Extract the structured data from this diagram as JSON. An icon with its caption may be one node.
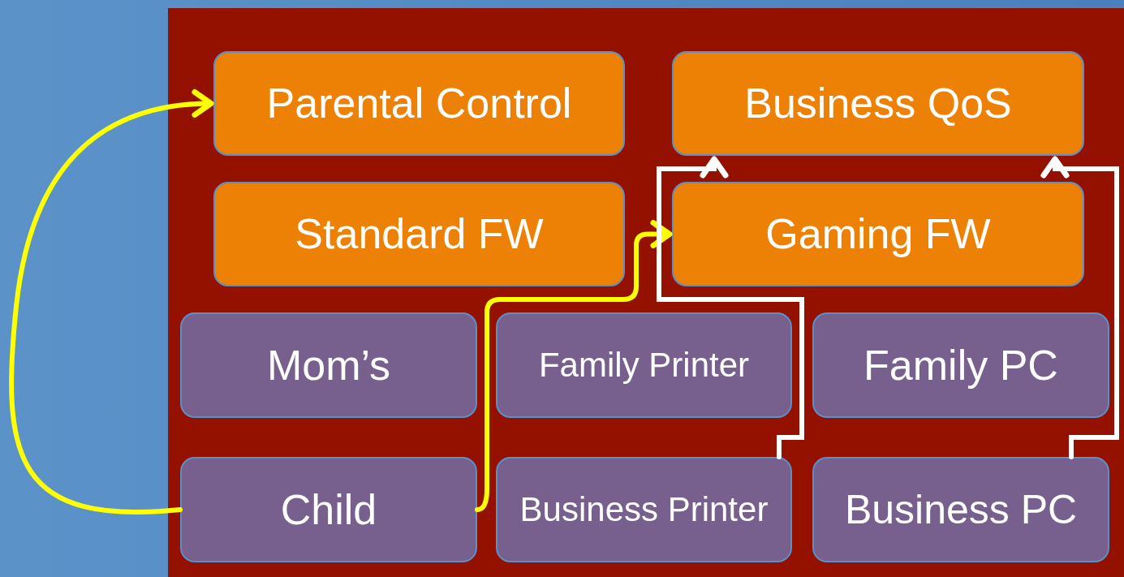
{
  "diagram": {
    "nodes": [
      {
        "text": [
          "Parental Control"
        ]
      },
      {
        "text": [
          "Business QoS"
        ]
      },
      {
        "text": [
          "Standard FW"
        ]
      },
      {
        "text": [
          "Gaming FW"
        ]
      },
      {
        "text": [
          "Mom’s"
        ]
      },
      {
        "text": [
          "Family Printer"
        ]
      },
      {
        "text": [
          "Family PC"
        ]
      },
      {
        "text": [
          "Child"
        ]
      },
      {
        "text": [
          "Business Printer"
        ]
      },
      {
        "text": [
          "Business PC"
        ]
      }
    ],
    "edges": [
      {
        "from": 7,
        "to": 0,
        "arrow": "to",
        "color": "#ffff00"
      },
      {
        "from": 7,
        "to": 3,
        "arrow": "to",
        "color": "#ffff00"
      },
      {
        "from": 8,
        "to": 1,
        "arrow": "to",
        "color": "#ffffff"
      },
      {
        "from": 9,
        "to": 1,
        "arrow": "to",
        "color": "#ffffff"
      }
    ]
  }
}
